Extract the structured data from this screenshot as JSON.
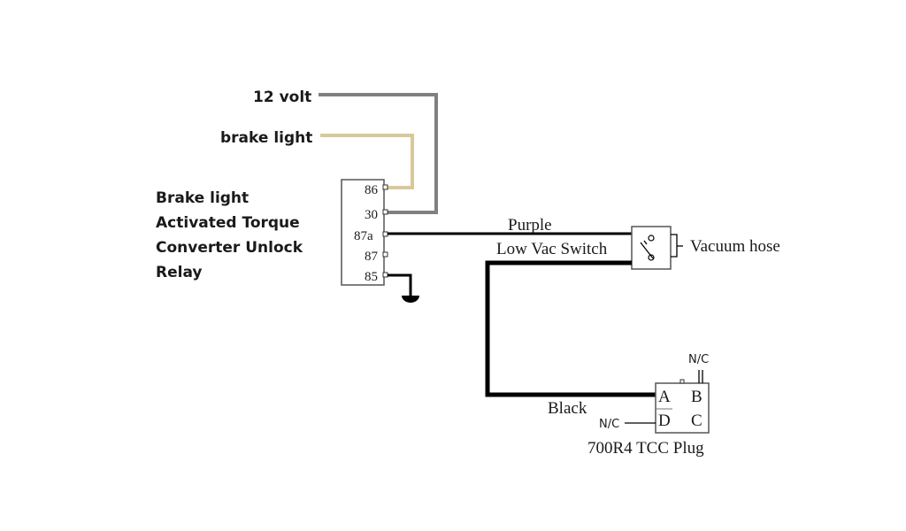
{
  "labels": {
    "volt12": "12 volt",
    "brake_light": "brake light",
    "relay_title": [
      "Brake light",
      "Activated Torque",
      "Converter Unlock",
      "Relay"
    ],
    "purple": "Purple",
    "low_vac_switch": "Low Vac Switch",
    "vacuum_hose": "Vacuum hose",
    "black": "Black",
    "nc_top": "N/C",
    "nc_left": "N/C",
    "plug_name": "700R4 TCC Plug"
  },
  "relay_pins": [
    "86",
    "30",
    "87a",
    "87",
    "85"
  ],
  "plug_pins": {
    "a": "A",
    "b": "B",
    "c": "C",
    "d": "D"
  },
  "colors": {
    "wire_12v": "#808080",
    "wire_brake": "#d8c89a",
    "wire_signal": "#000000",
    "component_outline": "#555555"
  }
}
